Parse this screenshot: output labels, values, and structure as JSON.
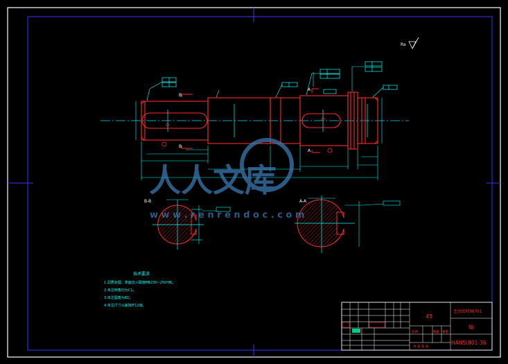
{
  "drawing": {
    "roughness_symbol": "Ra",
    "section_b_label": "B-B",
    "section_a_label": "A-A",
    "cut_a_left": "A",
    "cut_a_right": "A",
    "cut_b_top": "B",
    "cut_b_bottom": "B",
    "tech_title": "技术要求",
    "tech_lines": [
      "1.调质处理，表面淬火硬度HB230~250HB；",
      "2.未注倒角均为C1；",
      "3.未注圆角为R1；",
      "4.未注尺寸公差按IT12级。"
    ]
  },
  "title_block": {
    "material": "45",
    "part_name": "主动齿轮轴701",
    "part_type": "轴",
    "drawing_no": "HANSUI01-36",
    "scale_label": "比例",
    "count_label": "数量",
    "weight_label": "重量",
    "sheet_text": "共  张  第  张"
  },
  "watermark": {
    "cn": "人人文库",
    "url": "w w w . r e n r e n d o c . c o m"
  },
  "colors": {
    "background": "#000000",
    "frame": "#ffffff",
    "border": "#3333ff",
    "outline": "#ff2a2a",
    "dimension": "#00ffff",
    "centerline": "#00e0ff",
    "hatch": "#ff2a2a",
    "text": "#ffffff",
    "title_text": "#ff2a2a",
    "green": "#00ff00",
    "watermark": "#3a78b0"
  }
}
